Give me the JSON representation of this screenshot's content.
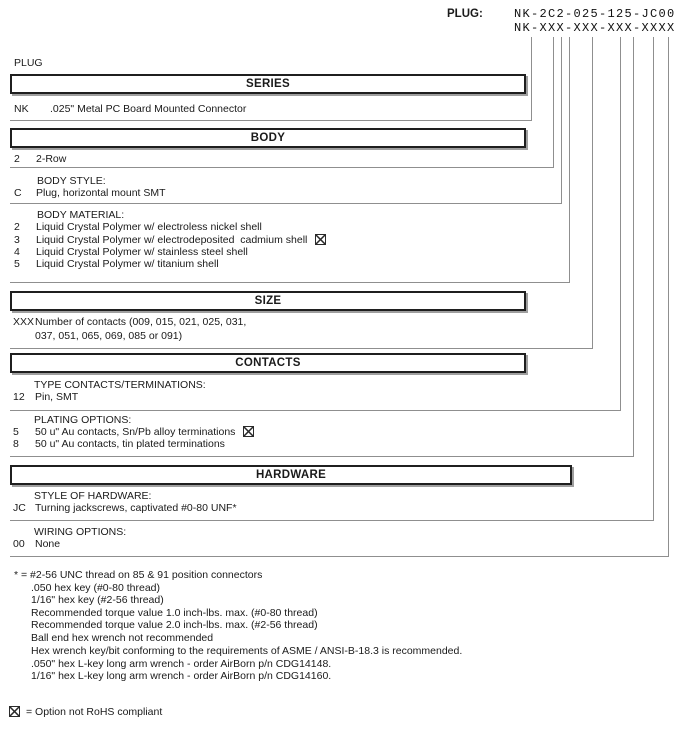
{
  "header": {
    "plug_label": "PLUG:",
    "pn_example": "NK-2C2-025-125-JC00",
    "pn_mask": "NK-XXX-XXX-XXX-XXXX"
  },
  "plug_tag": "PLUG",
  "series": {
    "title": "SERIES",
    "row": {
      "code": "NK",
      "desc": ".025\" Metal PC Board Mounted Connector"
    }
  },
  "body": {
    "title": "BODY",
    "rows_row": {
      "code": "2",
      "desc": "2-Row"
    },
    "style_label": "BODY STYLE:",
    "style_row": {
      "code": "C",
      "desc": "Plug, horizontal mount SMT"
    },
    "material_label": "BODY MATERIAL:",
    "material_rows": [
      {
        "code": "2",
        "desc": "Liquid Crystal Polymer w/ electroless nickel shell"
      },
      {
        "code": "3",
        "desc": "Liquid Crystal Polymer w/ electrodeposited  cadmium shell",
        "not_rohs": true
      },
      {
        "code": "4",
        "desc": "Liquid Crystal Polymer w/ stainless steel shell"
      },
      {
        "code": "5",
        "desc": "Liquid Crystal Polymer w/ titanium shell"
      }
    ]
  },
  "size": {
    "title": "SIZE",
    "code": "XXX",
    "desc_line1": "Number of contacts (009, 015, 021, 025, 031,",
    "desc_line2": "037, 051, 065, 069, 085 or 091)"
  },
  "contacts": {
    "title": "CONTACTS",
    "type_label": "TYPE CONTACTS/TERMINATIONS:",
    "type_row": {
      "code": "12",
      "desc": "Pin, SMT"
    },
    "plating_label": "PLATING OPTIONS:",
    "plating_rows": [
      {
        "code": "5",
        "desc": "50 u\" Au contacts, Sn/Pb alloy terminations",
        "not_rohs": true
      },
      {
        "code": "8",
        "desc": "50 u\" Au contacts, tin plated terminations"
      }
    ]
  },
  "hardware": {
    "title": "HARDWARE",
    "style_label": "STYLE OF HARDWARE:",
    "style_row": {
      "code": "JC",
      "desc": "Turning jackscrews, captivated #0-80 UNF*"
    },
    "wiring_label": "WIRING OPTIONS:",
    "wiring_row": {
      "code": "00",
      "desc": "None"
    }
  },
  "footnotes": [
    "* = #2-56 UNC thread on 85 & 91 position connectors",
    ".050 hex key (#0-80 thread)",
    "1/16\" hex key (#2-56 thread)",
    "Recommended torque value 1.0 inch-lbs. max. (#0-80 thread)",
    "Recommended torque value 2.0 inch-lbs. max. (#2-56 thread)",
    "Ball end hex wrench not recommended",
    "Hex wrench key/bit conforming to the requirements of ASME / ANSI-B-18.3 is recommended.",
    ".050\" hex L-key long arm wrench - order AirBorn p/n CDG14148.",
    "1/16\" hex L-key long arm wrench - order AirBorn p/n CDG14160."
  ],
  "rohs_note": "= Option not RoHS compliant"
}
